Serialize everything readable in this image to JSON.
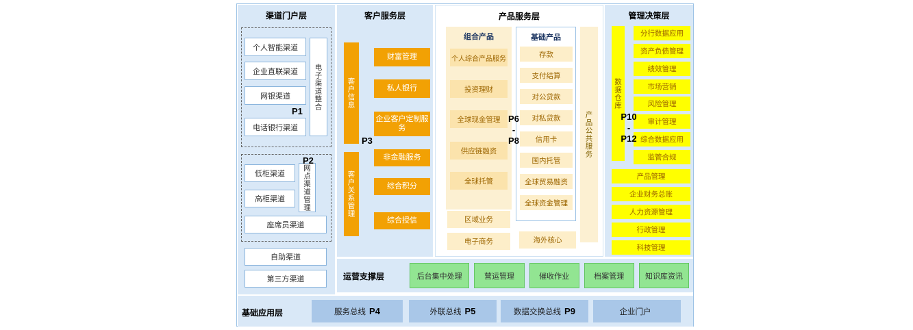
{
  "colors": {
    "panel_blue": "#d9e8f7",
    "border_blue": "#9dc3e6",
    "orange": "#f2a104",
    "cream_panel": "#fcf0d2",
    "cream_box": "#fbe3ac",
    "yellow": "#ffff00",
    "green": "#92e592",
    "bus_blue": "#a9c7e8"
  },
  "channel_layer": {
    "title": "渠道门户层",
    "p1": "P1",
    "p2": "P2",
    "electronic_group": {
      "items": [
        "个人智能渠道",
        "企业直联渠道",
        "网银渠道",
        "电话银行渠道"
      ],
      "side_label": "电子渠道整合"
    },
    "branch_group": {
      "items": [
        "低柜渠道",
        "高柜渠道"
      ],
      "side_label": "网点渠道管理",
      "wide_item": "座席员渠道"
    },
    "other_items": [
      "自助渠道",
      "第三方渠道"
    ]
  },
  "customer_layer": {
    "title": "客户服务层",
    "p3": "P3",
    "bar_top": "客户信息",
    "bar_bottom": "客户关系管理",
    "items_top": [
      "财富管理",
      "私人银行",
      "企业客户定制服务"
    ],
    "items_bottom": [
      "非金融服务",
      "综合积分",
      "综合授信"
    ]
  },
  "product_layer": {
    "title": "产品服务层",
    "p_range": [
      "P6",
      "-",
      "P8"
    ],
    "combo": {
      "title": "组合产品",
      "items": [
        "个人综合产品服务",
        "投资理财",
        "全球现金管理",
        "供应链融资",
        "全球托管"
      ]
    },
    "basic": {
      "title": "基础产品",
      "items": [
        "存款",
        "支付结算",
        "对公贷款",
        "对私贷款",
        "信用卡",
        "国内托管",
        "全球贸易融资",
        "全球资金管理"
      ]
    },
    "public_service": "产品公共服务",
    "bottom_left": [
      "区域业务",
      "电子商务"
    ],
    "bottom_right": "海外核心"
  },
  "management_layer": {
    "title": "管理决策层",
    "warehouse": "数据仓库",
    "p_range": [
      "P10",
      "-",
      "P12"
    ],
    "items": [
      "分行数据应用",
      "资产负债管理",
      "绩效管理",
      "市场营销",
      "风险管理",
      "审计管理",
      "综合数据应用",
      "监管合规"
    ],
    "wide_items": [
      "产品管理",
      "企业财务总账",
      "人力资源管理",
      "行政管理",
      "科技管理"
    ]
  },
  "support_layer": {
    "title": "运营支撑层",
    "items": [
      "后台集中处理",
      "营运管理",
      "催收作业",
      "档案管理",
      "知识库资讯"
    ]
  },
  "base_layer": {
    "title": "基础应用层",
    "items": [
      {
        "label": "服务总线",
        "p": "P4"
      },
      {
        "label": "外联总线",
        "p": "P5"
      },
      {
        "label": "数据交换总线",
        "p": "P9"
      },
      {
        "label": "企业门户",
        "p": ""
      }
    ]
  }
}
